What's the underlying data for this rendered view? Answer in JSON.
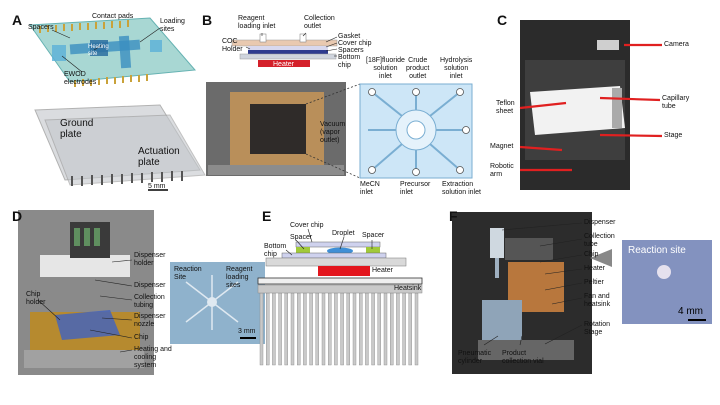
{
  "panels": {
    "A": {
      "letter": "A",
      "contact_pads": "Contact pads",
      "spacers": "Spacers",
      "loading_sites": "Loading\nsites",
      "heating_site": "Heating\nsite",
      "ewod_electrodes": "EWOD\nelectrodes",
      "ground_plate": "Ground\nplate",
      "actuation_plate": "Actuation\nplate",
      "scale": "5 mm"
    },
    "B": {
      "letter": "B",
      "reagent_inlet": "Reagent\nloading inlet",
      "collection_outlet": "Collection\noutlet",
      "coc_holder": "COC\nHolder",
      "gasket": "Gasket",
      "cover_chip": "Cover chip",
      "spacers": "Spacers",
      "bottom_chip": "Bottom\nchip",
      "heater": "Heater",
      "fluoride_inlet": "[18F]fluoride\nsolution\ninlet",
      "crude_outlet": "Crude\nproduct\noutlet",
      "hydrolysis_inlet": "Hydrolysis\nsolution\ninlet",
      "vacuum": "Vacuum\n(vapor\noutlet)",
      "mecn_inlet": "MeCN\ninlet",
      "precursor_inlet": "Precursor\ninlet",
      "extraction_inlet": "Extraction\nsolution inlet"
    },
    "C": {
      "letter": "C",
      "camera": "Camera",
      "teflon": "Teflon\nsheet",
      "capillary": "Capillary\ntube",
      "stage": "Stage",
      "magnet": "Magnet",
      "robotic_arm": "Robotic\narm"
    },
    "D": {
      "letter": "D",
      "dispenser_holder": "Dispenser\nholder",
      "dispenser": "Dispenser",
      "collection_tubing": "Collection\ntubing",
      "dispenser_nozzle": "Dispenser\nnozzle",
      "chip": "Chip",
      "heating_cooling": "Heating and\ncooling\nsystem",
      "chip_holder": "Chip\nholder",
      "reaction_site": "Reaction\nSite",
      "reagent_sites": "Reagent\nloading\nsites",
      "scale": "3 mm"
    },
    "E": {
      "letter": "E",
      "cover_chip": "Cover chip",
      "droplet": "Droplet",
      "spacer_left": "Spacer",
      "spacer_right": "Spacer",
      "bottom_chip": "Bottom\nchip",
      "heater": "Heater",
      "heatsink": "Heatsink"
    },
    "F": {
      "letter": "F",
      "dispenser": "Dispenser",
      "collection_tube": "Collection\ntube",
      "chip": "Chip",
      "heater": "Heater",
      "peltier": "Peltier",
      "fan_heatsink": "Fan and\nheatsink",
      "rotation_stage": "Rotation\nStage",
      "pneumatic": "Pneumatic\ncylinder",
      "product_vial": "Product\ncollection vial",
      "reaction_site": "Reaction site",
      "scale": "4 mm"
    }
  }
}
